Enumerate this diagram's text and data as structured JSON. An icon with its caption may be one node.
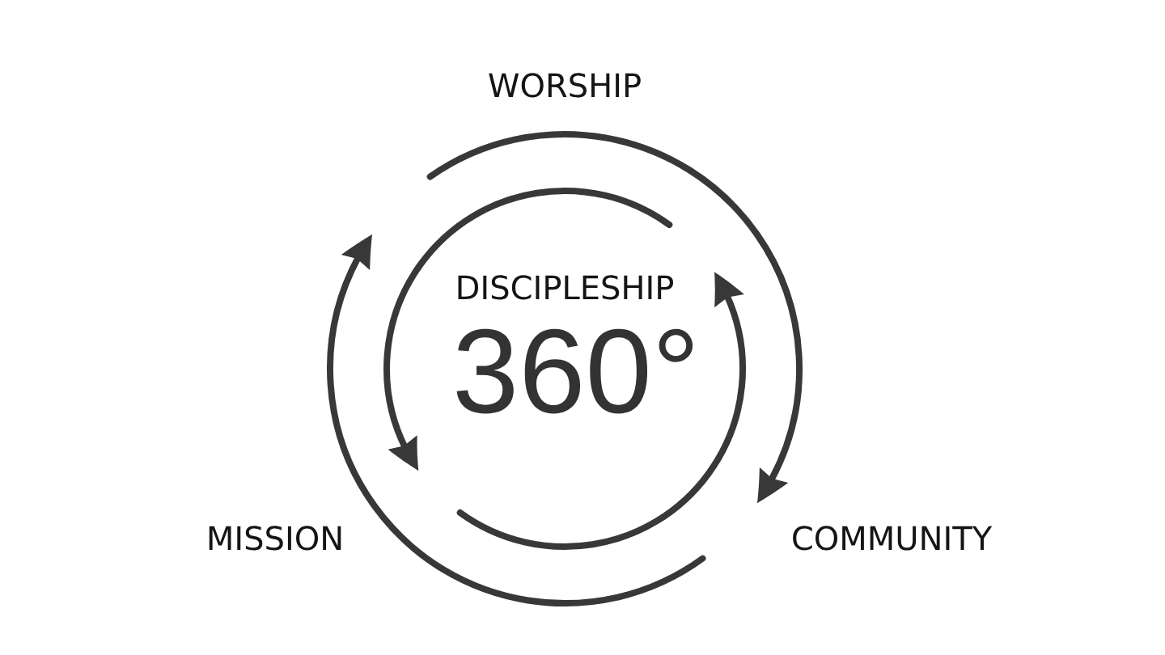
{
  "diagram": {
    "labels": [
      "WORSHIP",
      "DISCIPLESHIP",
      "360°",
      "MISSION",
      "COMMUNITY"
    ]
  }
}
